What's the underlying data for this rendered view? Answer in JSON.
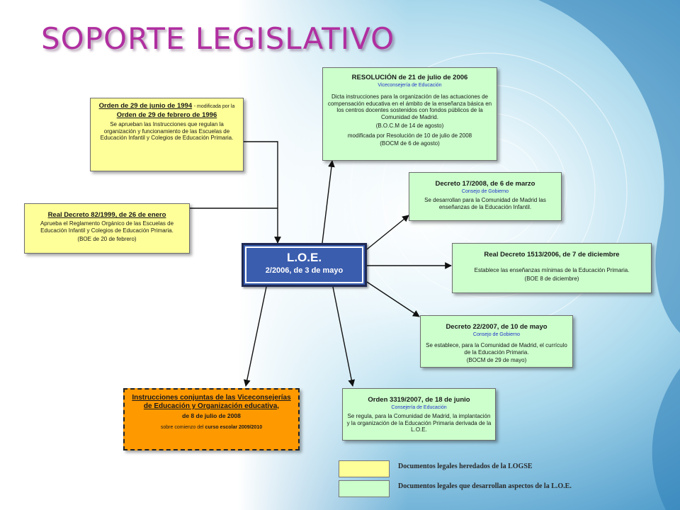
{
  "title": "SOPORTE LEGISLATIVO",
  "colors": {
    "legacy": "#ffff99",
    "loe_dev": "#ccffcc",
    "instructions": "#ff9900",
    "center": "#3a5dae",
    "title": "#b02fa0"
  },
  "center": {
    "title": "L.O.E.",
    "subtitle": "2/2006, de 3 de mayo"
  },
  "boxes": {
    "orden_1994": {
      "heading": "Orden de 29 de junio de 1994",
      "heading_note": "- modificada por la",
      "heading2": "Orden de 29 de febrero de 1996",
      "body": "Se aprueban las Instrucciones que regulan la organización y funcionamiento de las Escuelas de Educación Infantil y Colegios de Educación Primaria."
    },
    "rd_82_1999": {
      "heading": "Real Decreto 82/1999, de 26 de enero",
      "body": "Aprueba el Reglamento Orgánico de las Escuelas de Educación Infantil y Colegios de Educación Primaria.",
      "body2": "(BOE de 20 de febrero)"
    },
    "resolucion_2006": {
      "heading": "RESOLUCIÓN de 21 de julio de 2006",
      "author": "Viceconsejería de Educación",
      "body": "Dicta instrucciones para la organización de las actuaciones de compensación educativa en el ámbito de la enseñanza básica en los centros docentes sostenidos con fondos públicos de la Comunidad de Madrid.",
      "body2": "(B.O.C.M de 14 de agosto)",
      "body3": "modificada por Resolución de 10 de julio de 2008",
      "body4": "(BOCM de 6 de agosto)"
    },
    "decreto_17_2008": {
      "heading": "Decreto 17/2008, de 6 de marzo",
      "author": "Consejo de Gobierno",
      "body": "Se desarrollan para la Comunidad de Madrid las enseñanzas de la Educación Infantil."
    },
    "rd_1513_2006": {
      "heading": "Real Decreto 1513/2006, de 7 de diciembre",
      "body": "Establece las enseñanzas mínimas de la Educación Primaria.",
      "body2": "(BOE 8 de diciembre)"
    },
    "decreto_22_2007": {
      "heading": "Decreto 22/2007, de 10 de mayo",
      "author": "Consejo de Gobierno",
      "body": "Se establece, para la Comunidad de Madrid, el currículo de la Educación Primaria.",
      "body2": "(BOCM de 29 de mayo)"
    },
    "orden_3319_2007": {
      "heading": "Orden 3319/2007, de 18 de junio",
      "author": "Consejería de Educación",
      "body": "Se regula, para la Comunidad de Madrid, la implantación y la organización de la Educación Primaria derivada de la L.O.E."
    },
    "instrucciones_2008": {
      "heading": "Instrucciones conjuntas de las Viceconsejerías de Educación y Organización educativa,",
      "date": "de 8 de julio de 2008",
      "note": "sobre comienzo del",
      "note_bold": "curso escolar 2009/2010"
    }
  },
  "legend": [
    {
      "label": "Documentos legales heredados de la LOGSE",
      "color": "#ffff99"
    },
    {
      "label": "Documentos legales que desarrollan aspectos de la L.O.E.",
      "color": "#ccffcc"
    }
  ]
}
